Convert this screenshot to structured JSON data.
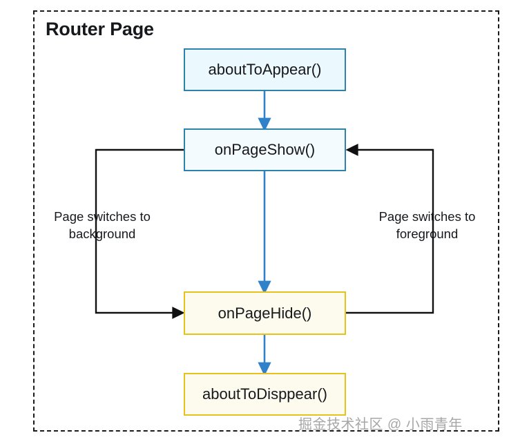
{
  "diagram": {
    "title": "Router Page",
    "nodes": [
      {
        "id": "about-to-appear",
        "label": "aboutToAppear()",
        "style": "blue"
      },
      {
        "id": "on-page-show",
        "label": "onPageShow()",
        "style": "blue-2"
      },
      {
        "id": "on-page-hide",
        "label": "onPageHide()",
        "style": "yellow"
      },
      {
        "id": "about-to-disappear",
        "label": "aboutToDisppear()",
        "style": "yellow"
      }
    ],
    "edge_labels": {
      "to_background": "Page switches to\nbackground",
      "to_foreground": "Page switches to\nforeground"
    },
    "colors": {
      "blue_border": "#2f81ad",
      "blue_fill": "#ebf8fd",
      "blue_fill_light": "#f3fbfe",
      "yellow_border": "#e8c11c",
      "yellow_fill": "#fdfbee",
      "arrow_blue": "#2f81c9",
      "arrow_black": "#101010",
      "frame_dash": "#1a1a1a",
      "title_text": "#16181c",
      "watermark_text": "#a6a6a6"
    }
  },
  "watermark": {
    "text": "掘金技术社区 @ 小雨青年"
  }
}
